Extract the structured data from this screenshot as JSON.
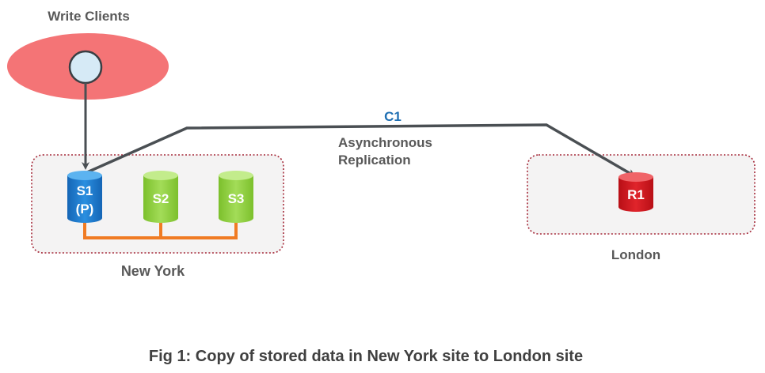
{
  "clients": {
    "label": "Write Clients"
  },
  "sites": {
    "primary": {
      "name": "New York",
      "nodes": [
        {
          "id": "S1",
          "role": "(P)",
          "color": "#1a7fd0"
        },
        {
          "id": "S2",
          "role": "",
          "color": "#8ed13c"
        },
        {
          "id": "S3",
          "role": "",
          "color": "#8ed13c"
        }
      ]
    },
    "remote": {
      "name": "London",
      "nodes": [
        {
          "id": "R1",
          "role": "",
          "color": "#d0151c"
        }
      ]
    }
  },
  "connection": {
    "id": "C1",
    "type_line1": "Asynchronous",
    "type_line2": "Replication"
  },
  "caption": "Fig 1: Copy of stored data in New York site to London site",
  "colors": {
    "client_ellipse": "#f47476",
    "client_node": "#d6eaf6",
    "site_border": "#a52a3a",
    "site_fill": "#f4f3f3",
    "bus": "#f07b23",
    "arrow": "#4a4f53",
    "connection_label": "#1f6fb3",
    "text": "#595959"
  }
}
